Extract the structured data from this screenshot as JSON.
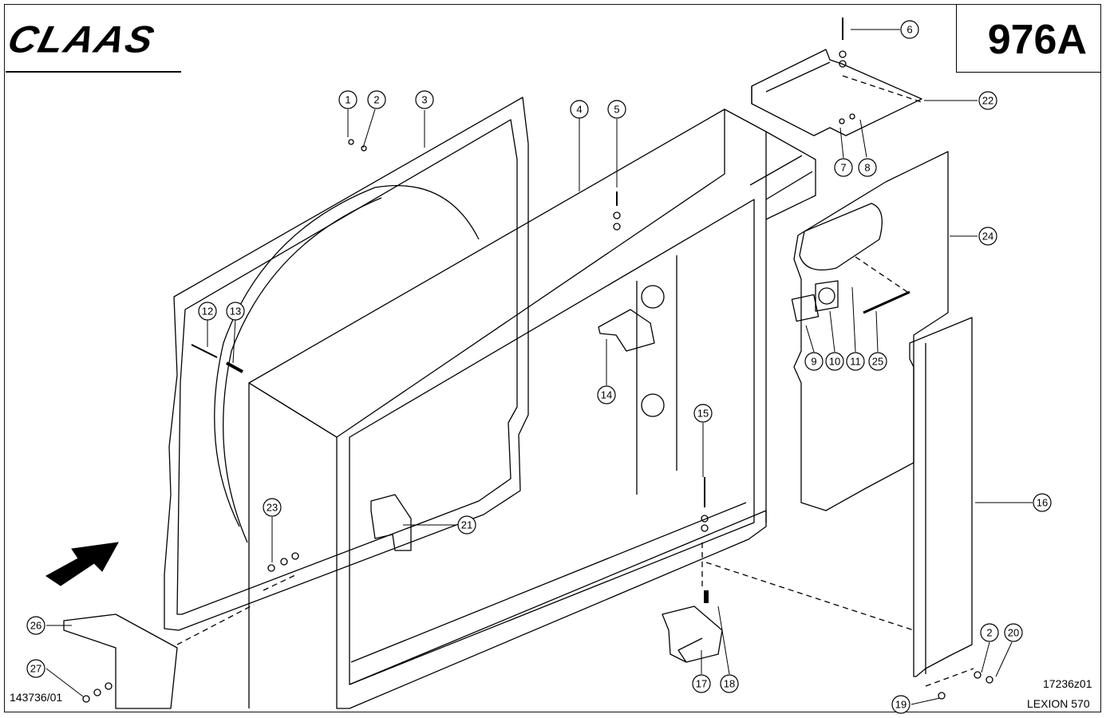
{
  "header": {
    "brand": "CLAAS",
    "page_code": "976A"
  },
  "footer": {
    "drawing_number": "143736/01",
    "reference_number": "17236z01",
    "model": "LEXION 570"
  },
  "diagram": {
    "callouts": [
      {
        "id": "c1",
        "label": "1"
      },
      {
        "id": "c2",
        "label": "2"
      },
      {
        "id": "c3",
        "label": "3"
      },
      {
        "id": "c4",
        "label": "4"
      },
      {
        "id": "c5",
        "label": "5"
      },
      {
        "id": "c6",
        "label": "6"
      },
      {
        "id": "c7",
        "label": "7"
      },
      {
        "id": "c8",
        "label": "8"
      },
      {
        "id": "c9",
        "label": "9"
      },
      {
        "id": "c10",
        "label": "10"
      },
      {
        "id": "c11",
        "label": "11"
      },
      {
        "id": "c12",
        "label": "12"
      },
      {
        "id": "c13",
        "label": "13"
      },
      {
        "id": "c14",
        "label": "14"
      },
      {
        "id": "c15",
        "label": "15"
      },
      {
        "id": "c16",
        "label": "16"
      },
      {
        "id": "c17",
        "label": "17"
      },
      {
        "id": "c18",
        "label": "18"
      },
      {
        "id": "c19",
        "label": "19"
      },
      {
        "id": "c2b",
        "label": "2"
      },
      {
        "id": "c20",
        "label": "20"
      },
      {
        "id": "c21",
        "label": "21"
      },
      {
        "id": "c22",
        "label": "22"
      },
      {
        "id": "c23",
        "label": "23"
      },
      {
        "id": "c24",
        "label": "24"
      },
      {
        "id": "c25",
        "label": "25"
      },
      {
        "id": "c26",
        "label": "26"
      },
      {
        "id": "c27",
        "label": "27"
      }
    ]
  }
}
